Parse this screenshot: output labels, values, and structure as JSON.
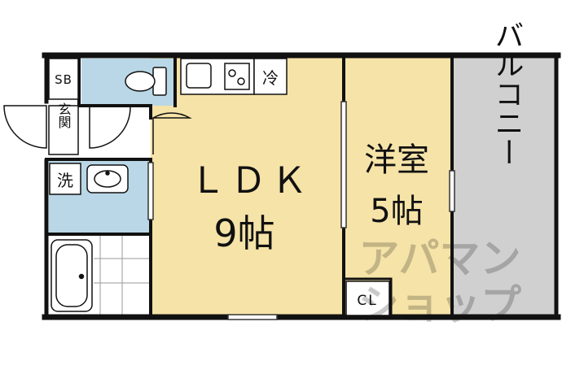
{
  "rooms": {
    "ldk": {
      "name": "ＬＤＫ",
      "size": "9帖"
    },
    "western": {
      "name": "洋室",
      "size": "5帖"
    },
    "balcony": {
      "name": "バルコニー"
    },
    "closet": {
      "name": "CL"
    },
    "shoebox": {
      "name": "SB"
    },
    "entrance": {
      "name": "玄関"
    },
    "washroom": {
      "name": "洗"
    },
    "fridge": {
      "name": "冷"
    }
  },
  "watermark": {
    "line1": "アパマン",
    "line2": "ショップ"
  },
  "colors": {
    "ldk_floor": "#f6e3a8",
    "wet_floor": "#b9d7e6",
    "balcony_floor": "#d0d0d0",
    "wall": "#111111",
    "bath_tile": "#ffffff"
  }
}
